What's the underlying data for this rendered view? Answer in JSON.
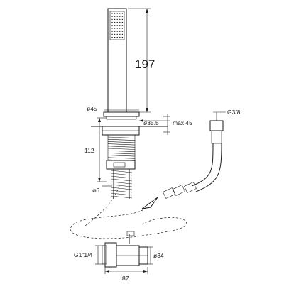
{
  "dimensions": {
    "handset_length": "197",
    "flange_diameter": "ø45",
    "body_diameter": "ø35.5",
    "max_depth": "max 45",
    "body_height": "112",
    "pin_diameter": "ø6",
    "hose_thread": "G3/8",
    "valve_thread": "G1\"1/4",
    "outlet_diameter": "ø34",
    "valve_length": "87"
  }
}
